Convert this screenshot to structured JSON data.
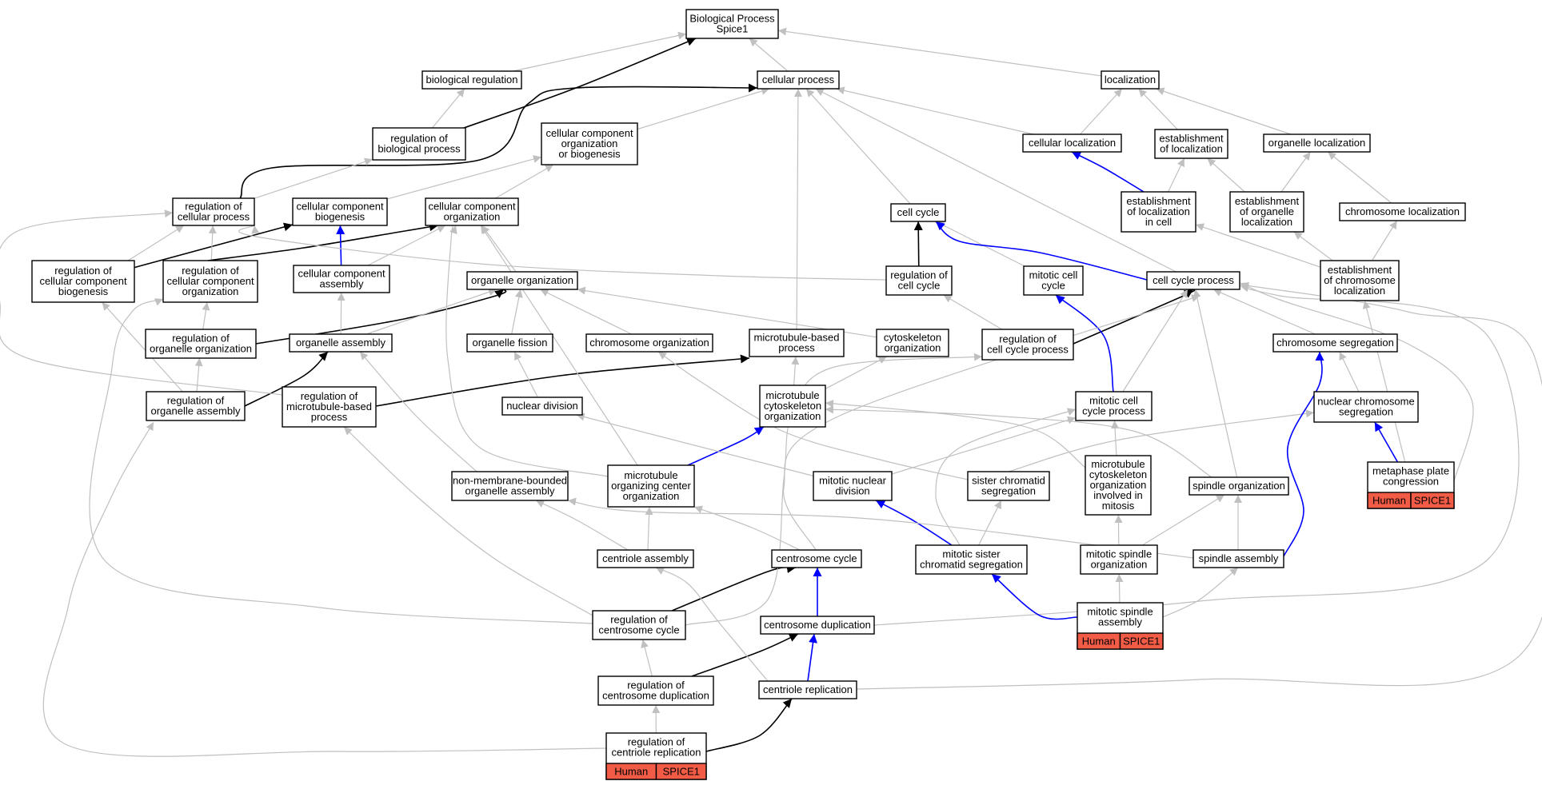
{
  "colors": {
    "edge_is_a": "#c0c0c0",
    "edge_regulates": "#000000",
    "edge_part_of": "#0000ff",
    "node_border": "#000000",
    "node_fill": "#ffffff",
    "annotation_fill": "#f25c46"
  },
  "nodes": [
    {
      "id": "bp",
      "lines": [
        "Biological Process",
        "Spice1"
      ]
    },
    {
      "id": "bioreg",
      "lines": [
        "biological regulation"
      ]
    },
    {
      "id": "cellproc",
      "lines": [
        "cellular process"
      ]
    },
    {
      "id": "loc",
      "lines": [
        "localization"
      ]
    },
    {
      "id": "regbp",
      "lines": [
        "regulation of",
        "biological process"
      ]
    },
    {
      "id": "ccob",
      "lines": [
        "cellular component",
        "organization",
        "or biogenesis"
      ]
    },
    {
      "id": "cellloc",
      "lines": [
        "cellular localization"
      ]
    },
    {
      "id": "estloc",
      "lines": [
        "establishment",
        "of localization"
      ]
    },
    {
      "id": "orgloc",
      "lines": [
        "organelle localization"
      ]
    },
    {
      "id": "regcp",
      "lines": [
        "regulation of",
        "cellular process"
      ]
    },
    {
      "id": "ccbio",
      "lines": [
        "cellular component",
        "biogenesis"
      ]
    },
    {
      "id": "ccorg",
      "lines": [
        "cellular component",
        "organization"
      ]
    },
    {
      "id": "cellcycle",
      "lines": [
        "cell cycle"
      ]
    },
    {
      "id": "estlocincell",
      "lines": [
        "establishment",
        "of localization",
        "in cell"
      ]
    },
    {
      "id": "estorgloc",
      "lines": [
        "establishment",
        "of organelle",
        "localization"
      ]
    },
    {
      "id": "chromloc",
      "lines": [
        "chromosome localization"
      ]
    },
    {
      "id": "regccbio",
      "lines": [
        "regulation of",
        "cellular component",
        "biogenesis"
      ]
    },
    {
      "id": "regccorg",
      "lines": [
        "regulation of",
        "cellular component",
        "organization"
      ]
    },
    {
      "id": "ccassembly",
      "lines": [
        "cellular component",
        "assembly"
      ]
    },
    {
      "id": "orgorg",
      "lines": [
        "organelle organization"
      ]
    },
    {
      "id": "regcc",
      "lines": [
        "regulation of",
        "cell cycle"
      ]
    },
    {
      "id": "mitcc",
      "lines": [
        "mitotic cell",
        "cycle"
      ]
    },
    {
      "id": "ccproc",
      "lines": [
        "cell cycle process"
      ]
    },
    {
      "id": "estchromloc",
      "lines": [
        "establishment",
        "of chromosome",
        "localization"
      ]
    },
    {
      "id": "regorgorg",
      "lines": [
        "regulation of",
        "organelle organization"
      ]
    },
    {
      "id": "orgassembly",
      "lines": [
        "organelle assembly"
      ]
    },
    {
      "id": "orgfission",
      "lines": [
        "organelle fission"
      ]
    },
    {
      "id": "chromorg",
      "lines": [
        "chromosome organization"
      ]
    },
    {
      "id": "mtbased",
      "lines": [
        "microtubule-based",
        "process"
      ]
    },
    {
      "id": "cytoorg",
      "lines": [
        "cytoskeleton",
        "organization"
      ]
    },
    {
      "id": "regccproc",
      "lines": [
        "regulation of",
        "cell cycle process"
      ]
    },
    {
      "id": "chromseg",
      "lines": [
        "chromosome segregation"
      ]
    },
    {
      "id": "regorgassembly",
      "lines": [
        "regulation of",
        "organelle assembly"
      ]
    },
    {
      "id": "regmtbased",
      "lines": [
        "regulation of",
        "microtubule-based",
        "process"
      ]
    },
    {
      "id": "nucdiv",
      "lines": [
        "nuclear division"
      ]
    },
    {
      "id": "mtcyto",
      "lines": [
        "microtubule",
        "cytoskeleton",
        "organization"
      ]
    },
    {
      "id": "mitccproc",
      "lines": [
        "mitotic cell",
        "cycle process"
      ]
    },
    {
      "id": "nucchromseg",
      "lines": [
        "nuclear chromosome",
        "segregation"
      ]
    },
    {
      "id": "nonmem",
      "lines": [
        "non-membrane-bounded",
        "organelle assembly"
      ]
    },
    {
      "id": "mtoc",
      "lines": [
        "microtubule",
        "organizing center",
        "organization"
      ]
    },
    {
      "id": "mitnucdiv",
      "lines": [
        "mitotic nuclear",
        "division"
      ]
    },
    {
      "id": "sisseg",
      "lines": [
        "sister chromatid",
        "segregation"
      ]
    },
    {
      "id": "mtcytomit",
      "lines": [
        "microtubule",
        "cytoskeleton",
        "organization",
        "involved in",
        "mitosis"
      ]
    },
    {
      "id": "spindleorg",
      "lines": [
        "spindle organization"
      ]
    },
    {
      "id": "metaphase",
      "lines": [
        "metaphase plate",
        "congression"
      ],
      "annotation": [
        "Human",
        "SPICE1"
      ]
    },
    {
      "id": "centassembly",
      "lines": [
        "centriole assembly"
      ]
    },
    {
      "id": "centcycle",
      "lines": [
        "centrosome cycle"
      ]
    },
    {
      "id": "mitsisseg",
      "lines": [
        "mitotic sister",
        "chromatid segregation"
      ]
    },
    {
      "id": "mitspindleorg",
      "lines": [
        "mitotic spindle",
        "organization"
      ]
    },
    {
      "id": "spindleassembly",
      "lines": [
        "spindle assembly"
      ]
    },
    {
      "id": "regcentcycle",
      "lines": [
        "regulation of",
        "centrosome cycle"
      ]
    },
    {
      "id": "centdup",
      "lines": [
        "centrosome duplication"
      ]
    },
    {
      "id": "mitspindleassembly",
      "lines": [
        "mitotic spindle",
        "assembly"
      ],
      "annotation": [
        "Human",
        "SPICE1"
      ]
    },
    {
      "id": "regcentdup",
      "lines": [
        "regulation of",
        "centrosome duplication"
      ]
    },
    {
      "id": "centrep",
      "lines": [
        "centriole replication"
      ]
    },
    {
      "id": "regcentrep",
      "lines": [
        "regulation of",
        "centriole replication"
      ],
      "annotation": [
        "Human",
        "SPICE1"
      ]
    }
  ],
  "edges": [
    {
      "from": "bioreg",
      "to": "bp",
      "type": "is_a"
    },
    {
      "from": "cellproc",
      "to": "bp",
      "type": "is_a"
    },
    {
      "from": "loc",
      "to": "bp",
      "type": "is_a"
    },
    {
      "from": "regbp",
      "to": "bp",
      "type": "regulates"
    },
    {
      "from": "regbp",
      "to": "bioreg",
      "type": "is_a"
    },
    {
      "from": "ccob",
      "to": "cellproc",
      "type": "is_a"
    },
    {
      "from": "cellloc",
      "to": "cellproc",
      "type": "is_a"
    },
    {
      "from": "cellloc",
      "to": "loc",
      "type": "is_a"
    },
    {
      "from": "estloc",
      "to": "loc",
      "type": "is_a"
    },
    {
      "from": "orgloc",
      "to": "loc",
      "type": "is_a"
    },
    {
      "from": "regcp",
      "to": "cellproc",
      "type": "regulates"
    },
    {
      "from": "regcp",
      "to": "regbp",
      "type": "is_a"
    },
    {
      "from": "ccbio",
      "to": "ccob",
      "type": "is_a"
    },
    {
      "from": "ccorg",
      "to": "ccob",
      "type": "is_a"
    },
    {
      "from": "cellcycle",
      "to": "cellproc",
      "type": "is_a"
    },
    {
      "from": "estlocincell",
      "to": "cellloc",
      "type": "part_of"
    },
    {
      "from": "estlocincell",
      "to": "estloc",
      "type": "is_a"
    },
    {
      "from": "estorgloc",
      "to": "estloc",
      "type": "is_a"
    },
    {
      "from": "estorgloc",
      "to": "orgloc",
      "type": "is_a"
    },
    {
      "from": "chromloc",
      "to": "orgloc",
      "type": "is_a"
    },
    {
      "from": "regccbio",
      "to": "regcp",
      "type": "is_a"
    },
    {
      "from": "regccbio",
      "to": "ccbio",
      "type": "regulates"
    },
    {
      "from": "regccorg",
      "to": "regcp",
      "type": "is_a"
    },
    {
      "from": "regccorg",
      "to": "ccorg",
      "type": "regulates"
    },
    {
      "from": "ccassembly",
      "to": "ccbio",
      "type": "part_of"
    },
    {
      "from": "ccassembly",
      "to": "ccorg",
      "type": "is_a"
    },
    {
      "from": "orgorg",
      "to": "ccorg",
      "type": "is_a"
    },
    {
      "from": "regcc",
      "to": "cellcycle",
      "type": "regulates"
    },
    {
      "from": "regcc",
      "to": "regcp",
      "type": "is_a"
    },
    {
      "from": "mitcc",
      "to": "cellcycle",
      "type": "is_a"
    },
    {
      "from": "ccproc",
      "to": "cellproc",
      "type": "is_a"
    },
    {
      "from": "ccproc",
      "to": "cellcycle",
      "type": "part_of"
    },
    {
      "from": "estchromloc",
      "to": "estorgloc",
      "type": "is_a"
    },
    {
      "from": "estchromloc",
      "to": "chromloc",
      "type": "is_a"
    },
    {
      "from": "estchromloc",
      "to": "estlocincell",
      "type": "is_a"
    },
    {
      "from": "regorgorg",
      "to": "regccorg",
      "type": "is_a"
    },
    {
      "from": "regorgorg",
      "to": "orgorg",
      "type": "regulates"
    },
    {
      "from": "orgassembly",
      "to": "ccassembly",
      "type": "is_a"
    },
    {
      "from": "orgassembly",
      "to": "orgorg",
      "type": "is_a"
    },
    {
      "from": "orgfission",
      "to": "orgorg",
      "type": "is_a"
    },
    {
      "from": "chromorg",
      "to": "orgorg",
      "type": "is_a"
    },
    {
      "from": "mtbased",
      "to": "cellproc",
      "type": "is_a"
    },
    {
      "from": "cytoorg",
      "to": "orgorg",
      "type": "is_a"
    },
    {
      "from": "regccproc",
      "to": "regcc",
      "type": "is_a"
    },
    {
      "from": "regccproc",
      "to": "ccproc",
      "type": "regulates"
    },
    {
      "from": "chromseg",
      "to": "ccproc",
      "type": "is_a"
    },
    {
      "from": "regorgassembly",
      "to": "regorgorg",
      "type": "is_a"
    },
    {
      "from": "regorgassembly",
      "to": "orgassembly",
      "type": "regulates"
    },
    {
      "from": "regorgassembly",
      "to": "regccbio",
      "type": "is_a"
    },
    {
      "from": "regmtbased",
      "to": "mtbased",
      "type": "regulates"
    },
    {
      "from": "regmtbased",
      "to": "regcp",
      "type": "is_a"
    },
    {
      "from": "nucdiv",
      "to": "orgfission",
      "type": "is_a"
    },
    {
      "from": "mtcyto",
      "to": "mtbased",
      "type": "is_a"
    },
    {
      "from": "mtcyto",
      "to": "cytoorg",
      "type": "is_a"
    },
    {
      "from": "mitccproc",
      "to": "mitcc",
      "type": "part_of"
    },
    {
      "from": "mitccproc",
      "to": "ccproc",
      "type": "is_a"
    },
    {
      "from": "nucchromseg",
      "to": "chromseg",
      "type": "is_a"
    },
    {
      "from": "nonmem",
      "to": "orgassembly",
      "type": "is_a"
    },
    {
      "from": "mtoc",
      "to": "mtcyto",
      "type": "part_of"
    },
    {
      "from": "mtoc",
      "to": "ccorg",
      "type": "is_a"
    },
    {
      "from": "mtoc",
      "to": "orgorg",
      "type": "is_a"
    },
    {
      "from": "mitnucdiv",
      "to": "nucdiv",
      "type": "is_a"
    },
    {
      "from": "mitnucdiv",
      "to": "mitccproc",
      "type": "is_a"
    },
    {
      "from": "sisseg",
      "to": "chromorg",
      "type": "is_a"
    },
    {
      "from": "sisseg",
      "to": "nucchromseg",
      "type": "is_a"
    },
    {
      "from": "mtcytomit",
      "to": "mtcyto",
      "type": "is_a"
    },
    {
      "from": "mtcytomit",
      "to": "mitccproc",
      "type": "is_a"
    },
    {
      "from": "spindleorg",
      "to": "mtcyto",
      "type": "is_a"
    },
    {
      "from": "spindleorg",
      "to": "ccproc",
      "type": "is_a"
    },
    {
      "from": "metaphase",
      "to": "nucchromseg",
      "type": "part_of"
    },
    {
      "from": "metaphase",
      "to": "ccproc",
      "type": "is_a"
    },
    {
      "from": "metaphase",
      "to": "estchromloc",
      "type": "is_a"
    },
    {
      "from": "centassembly",
      "to": "mtoc",
      "type": "is_a"
    },
    {
      "from": "centassembly",
      "to": "nonmem",
      "type": "is_a"
    },
    {
      "from": "centcycle",
      "to": "mtoc",
      "type": "is_a"
    },
    {
      "from": "centcycle",
      "to": "ccproc",
      "type": "is_a"
    },
    {
      "from": "mitsisseg",
      "to": "mitnucdiv",
      "type": "part_of"
    },
    {
      "from": "mitsisseg",
      "to": "sisseg",
      "type": "is_a"
    },
    {
      "from": "mitsisseg",
      "to": "mitccproc",
      "type": "is_a"
    },
    {
      "from": "mitspindleorg",
      "to": "spindleorg",
      "type": "is_a"
    },
    {
      "from": "mitspindleorg",
      "to": "mtcytomit",
      "type": "is_a"
    },
    {
      "from": "spindleassembly",
      "to": "spindleorg",
      "type": "is_a"
    },
    {
      "from": "spindleassembly",
      "to": "chromseg",
      "type": "part_of"
    },
    {
      "from": "spindleassembly",
      "to": "nonmem",
      "type": "is_a"
    },
    {
      "from": "regcentcycle",
      "to": "centcycle",
      "type": "regulates"
    },
    {
      "from": "regcentcycle",
      "to": "regccproc",
      "type": "is_a"
    },
    {
      "from": "regcentcycle",
      "to": "regmtbased",
      "type": "is_a"
    },
    {
      "from": "regcentcycle",
      "to": "regccorg",
      "type": "is_a"
    },
    {
      "from": "centdup",
      "to": "centcycle",
      "type": "part_of"
    },
    {
      "from": "centdup",
      "to": "ccproc",
      "type": "is_a"
    },
    {
      "from": "mitspindleassembly",
      "to": "mitsisseg",
      "type": "part_of"
    },
    {
      "from": "mitspindleassembly",
      "to": "mitspindleorg",
      "type": "is_a"
    },
    {
      "from": "mitspindleassembly",
      "to": "spindleassembly",
      "type": "is_a"
    },
    {
      "from": "regcentdup",
      "to": "regcentcycle",
      "type": "is_a"
    },
    {
      "from": "regcentdup",
      "to": "centdup",
      "type": "regulates"
    },
    {
      "from": "centrep",
      "to": "centdup",
      "type": "part_of"
    },
    {
      "from": "centrep",
      "to": "centassembly",
      "type": "is_a"
    },
    {
      "from": "centrep",
      "to": "ccproc",
      "type": "is_a"
    },
    {
      "from": "regcentrep",
      "to": "regcentdup",
      "type": "is_a"
    },
    {
      "from": "regcentrep",
      "to": "centrep",
      "type": "regulates"
    },
    {
      "from": "regcentrep",
      "to": "regorgassembly",
      "type": "is_a"
    }
  ]
}
